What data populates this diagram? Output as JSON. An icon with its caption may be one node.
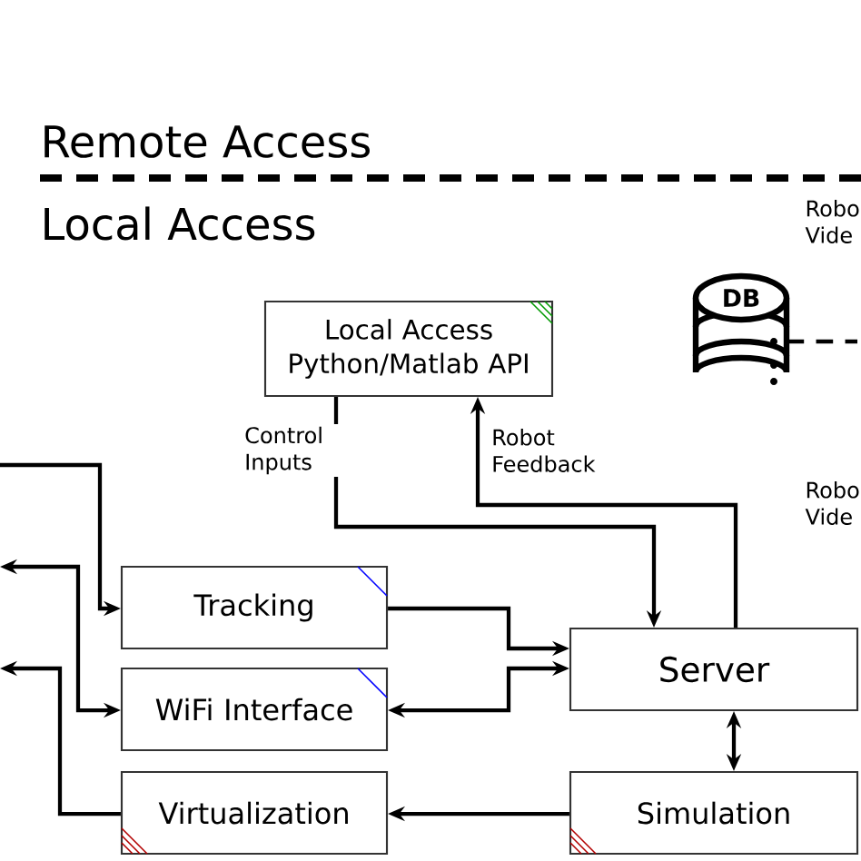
{
  "diagram": {
    "nodes": [
      {
        "text": [
          "Local Access Python/Matlab API"
        ]
      },
      {
        "text": [
          "DB"
        ]
      },
      {
        "text": [
          "Tracking"
        ]
      },
      {
        "text": [
          "WiFi Interface"
        ]
      },
      {
        "text": [
          "Virtualization"
        ]
      },
      {
        "text": [
          "Server"
        ]
      },
      {
        "text": [
          "Simulation"
        ]
      }
    ],
    "edges": [
      {
        "from": 0,
        "to": 5,
        "arrow": "to",
        "label": "Control Inputs"
      },
      {
        "from": 5,
        "to": 0,
        "arrow": "to",
        "label": "Robot Feedback"
      },
      {
        "from": null,
        "to": 2,
        "arrow": "to"
      },
      {
        "from": null,
        "to": 3,
        "arrow": "both"
      },
      {
        "from": 4,
        "to": null,
        "arrow": "to"
      },
      {
        "from": 2,
        "to": 5,
        "arrow": "to"
      },
      {
        "from": 5,
        "to": 3,
        "arrow": "both"
      },
      {
        "from": 5,
        "to": 6,
        "arrow": "both"
      },
      {
        "from": 6,
        "to": 4,
        "arrow": "to"
      },
      {
        "from": 1,
        "to": null,
        "arrow": "none",
        "style": "dashed"
      }
    ],
    "labels": [
      "Remote Access",
      "Local Access",
      "Robo Vide",
      "Robo Vide"
    ]
  }
}
